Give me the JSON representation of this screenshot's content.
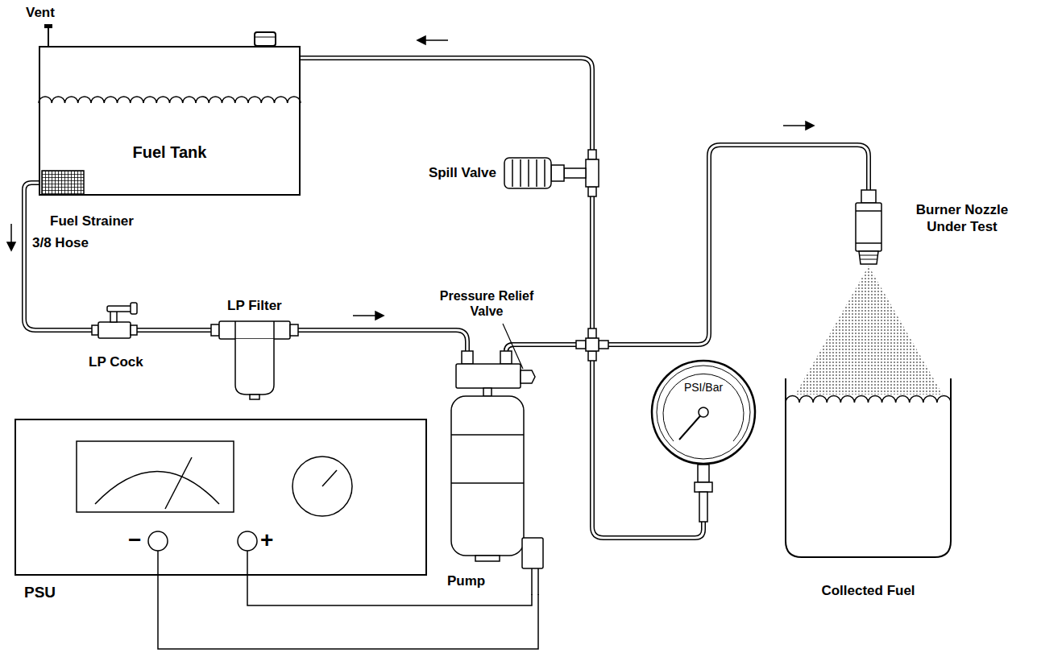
{
  "diagram": {
    "nodes": [
      {
        "text": [
          "Fuel Tank"
        ]
      },
      {
        "text": [
          "PSU"
        ]
      },
      {
        "text": [
          "Pump"
        ]
      },
      {
        "text": [
          "PSI/Bar"
        ]
      },
      {
        "text": [
          "Collected Fuel"
        ]
      }
    ],
    "edges": [
      {
        "from": 0,
        "to": 2,
        "arrow": "none"
      },
      {
        "from": 2,
        "to": 0,
        "arrow": "none"
      },
      {
        "from": 2,
        "to": 3,
        "arrow": "none"
      },
      {
        "from": 1,
        "to": 2,
        "arrow": "none"
      },
      {
        "from": 1,
        "to": 2,
        "arrow": "none"
      }
    ],
    "labels": [
      "Vent",
      "Fuel Strainer",
      "3/8 Hose",
      "LP Cock",
      "LP Filter",
      "Pressure Relief Valve",
      "Spill Valve",
      "Burner Nozzle Under Test",
      "−",
      "+"
    ]
  }
}
